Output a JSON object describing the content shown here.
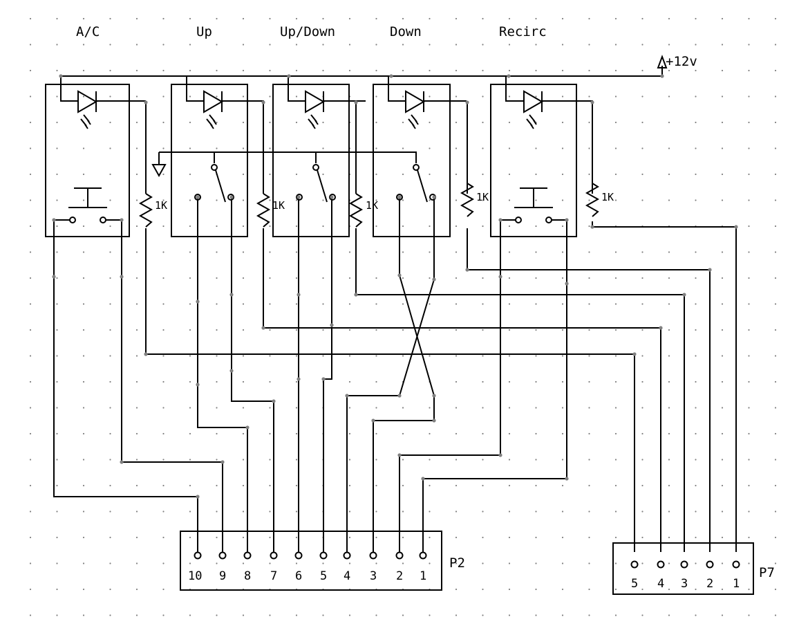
{
  "switch_labels": [
    "A/C",
    "Up",
    "Up/Down",
    "Down",
    "Recirc"
  ],
  "supply_label": "+12v",
  "resistor_label": "1K",
  "connectors": {
    "p2": {
      "name": "P2",
      "pins": [
        "10",
        "9",
        "8",
        "7",
        "6",
        "5",
        "4",
        "3",
        "2",
        "1"
      ]
    },
    "p7": {
      "name": "P7",
      "pins": [
        "5",
        "4",
        "3",
        "2",
        "1"
      ]
    }
  }
}
